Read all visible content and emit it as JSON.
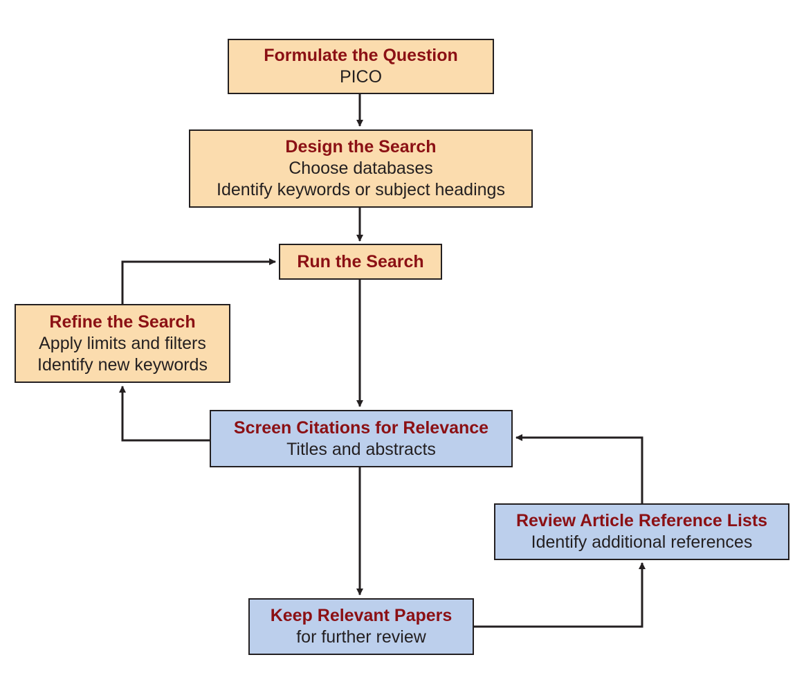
{
  "colors": {
    "start_box_fill": "#fbdcae",
    "screening_box_fill": "#bccfec",
    "title_text": "#8b1014",
    "body_text": "#231f20",
    "connector": "#231f20"
  },
  "nodes": {
    "formulate": {
      "title": "Formulate the Question",
      "lines": [
        "PICO"
      ]
    },
    "design": {
      "title": "Design the Search",
      "lines": [
        "Choose databases",
        "Identify keywords or subject headings"
      ]
    },
    "run": {
      "title": "Run the Search",
      "lines": []
    },
    "refine": {
      "title": "Refine the Search",
      "lines": [
        "Apply limits and filters",
        "Identify new keywords"
      ]
    },
    "screen": {
      "title": "Screen Citations for Relevance",
      "lines": [
        "Titles and abstracts"
      ]
    },
    "review": {
      "title": "Review Article Reference Lists",
      "lines": [
        "Identify additional references"
      ]
    },
    "keep": {
      "title": "Keep Relevant Papers",
      "lines": [
        "for further review"
      ]
    }
  },
  "edges": [
    {
      "from": "formulate",
      "to": "design"
    },
    {
      "from": "design",
      "to": "run"
    },
    {
      "from": "run",
      "to": "screen"
    },
    {
      "from": "screen",
      "to": "refine"
    },
    {
      "from": "refine",
      "to": "run"
    },
    {
      "from": "screen",
      "to": "keep"
    },
    {
      "from": "keep",
      "to": "review"
    },
    {
      "from": "review",
      "to": "screen"
    }
  ]
}
